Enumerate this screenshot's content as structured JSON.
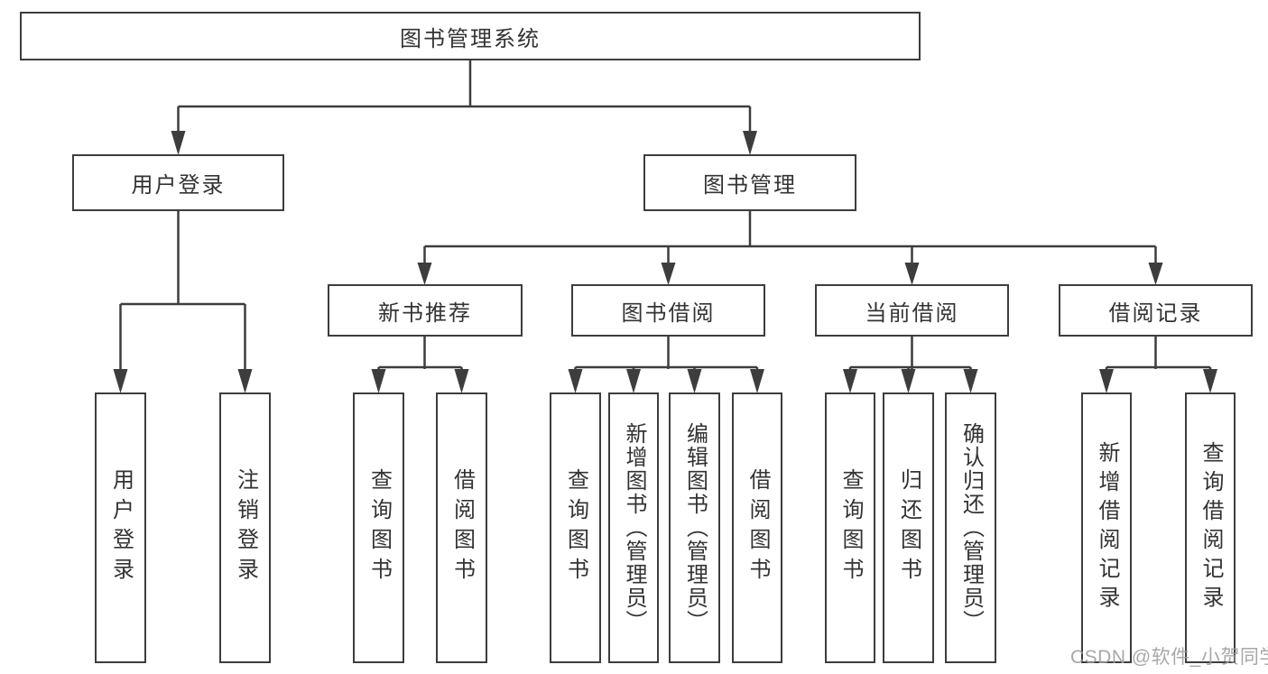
{
  "diagram": {
    "type": "hierarchy-tree",
    "orientation": "top-down"
  },
  "tree": {
    "root": {
      "label": "图书管理系统",
      "children": [
        {
          "label": "用户登录",
          "children": [
            {
              "label": "用户登录"
            },
            {
              "label": "注销登录"
            }
          ]
        },
        {
          "label": "图书管理",
          "children": [
            {
              "label": "新书推荐",
              "children": [
                {
                  "label": "查询图书"
                },
                {
                  "label": "借阅图书"
                }
              ]
            },
            {
              "label": "图书借阅",
              "children": [
                {
                  "label": "查询图书"
                },
                {
                  "label": "新增图书（管理员）"
                },
                {
                  "label": "编辑图书（管理员）"
                },
                {
                  "label": "借阅图书"
                }
              ]
            },
            {
              "label": "当前借阅",
              "children": [
                {
                  "label": "查询图书"
                },
                {
                  "label": "归还图书"
                },
                {
                  "label": "确认归还（管理员）"
                }
              ]
            },
            {
              "label": "借阅记录",
              "children": [
                {
                  "label": "新增借阅记录"
                },
                {
                  "label": "查询借阅记录"
                }
              ]
            }
          ]
        }
      ]
    }
  },
  "watermark": {
    "text": "CSDN @软件_小贺同学"
  },
  "colors": {
    "line": "#3d3d3d",
    "box_border": "#3d3d3d",
    "box_fill": "#ffffff",
    "text": "#333333",
    "watermark": "#9e9e9e",
    "background": "#ffffff"
  }
}
